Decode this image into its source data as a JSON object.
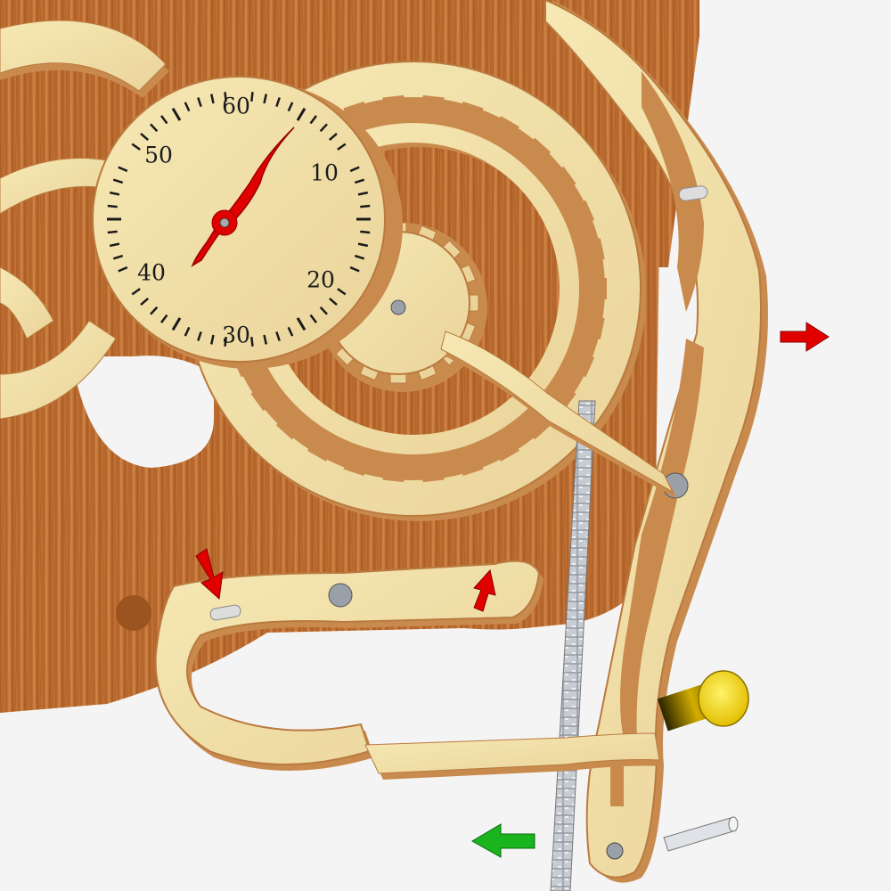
{
  "dial": {
    "labels": [
      "60",
      "10",
      "20",
      "30",
      "40",
      "50"
    ]
  },
  "colors": {
    "background": "#f4f4f4",
    "wood_panel": "#b7692c",
    "plywood_face": "#f2e1a6",
    "plywood_edge": "#c98a4e",
    "hand": "#e00000",
    "arrow_red": "#e00000",
    "arrow_green": "#19b41e",
    "knob": "#f0d000",
    "chain": "#c9ccd2"
  },
  "icons": [
    "red-arrow-right-icon",
    "red-arrow-down-icon",
    "red-arrow-up-icon",
    "green-arrow-left-icon"
  ]
}
